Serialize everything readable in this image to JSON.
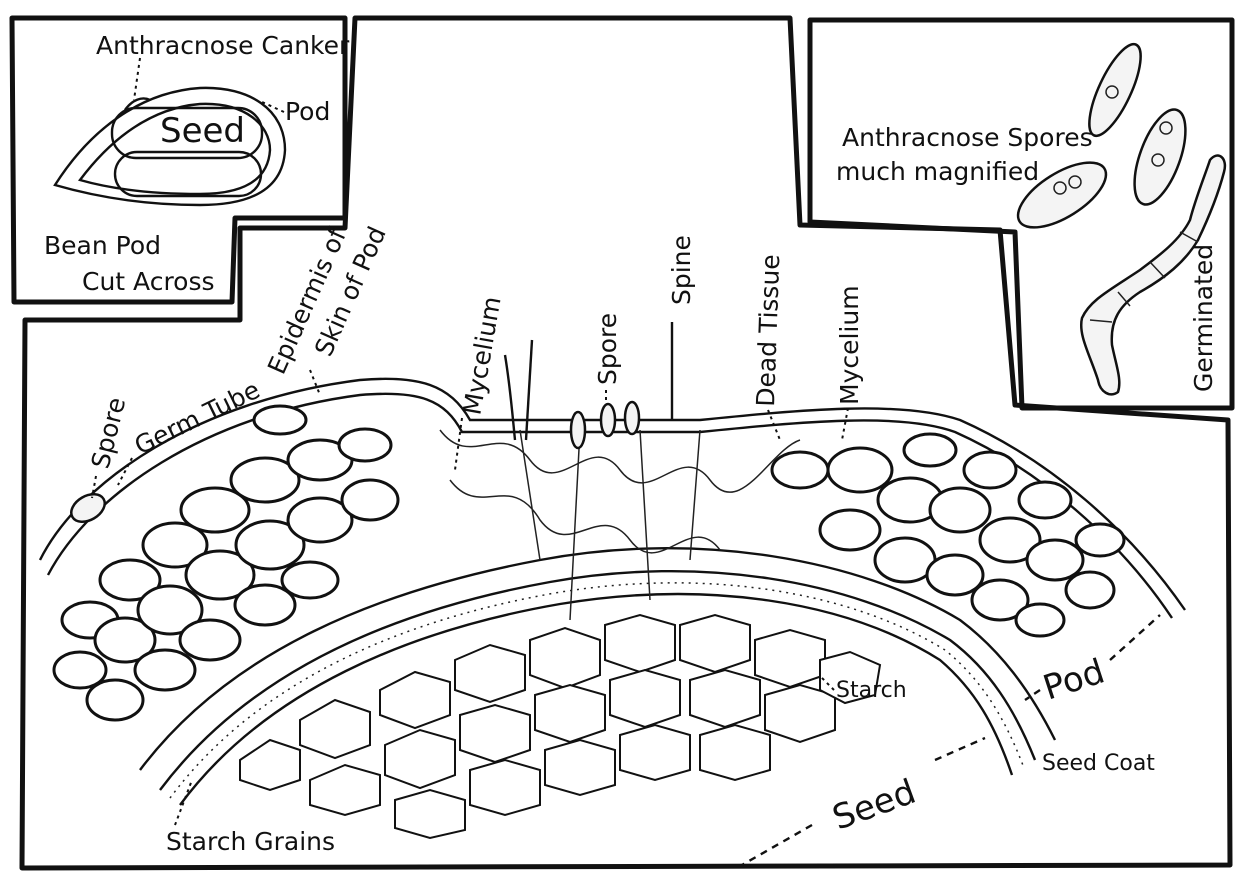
{
  "inset_pod": {
    "canker_label": "Anthracnose Canker",
    "seed_label": "Seed",
    "pod_label": "Pod",
    "caption_line1": "Bean Pod",
    "caption_line2": "Cut Across"
  },
  "inset_spores": {
    "title_line1": "Anthracnose Spores",
    "title_line2": "much magnified",
    "germinated_label": "Germinated"
  },
  "section_labels": {
    "spore_left": "Spore",
    "germ_tube": "Germ Tube",
    "epidermis_line1": "Epidermis of",
    "epidermis_line2": "Skin of Pod",
    "mycelium_left": "Mycelium",
    "spore_center": "Spore",
    "spine": "Spine",
    "dead_tissue": "Dead Tissue",
    "mycelium_right": "Mycelium",
    "starch": "Starch",
    "pod": "Pod",
    "seed_coat": "Seed Coat",
    "seed": "Seed",
    "starch_grains": "Starch Grains"
  }
}
